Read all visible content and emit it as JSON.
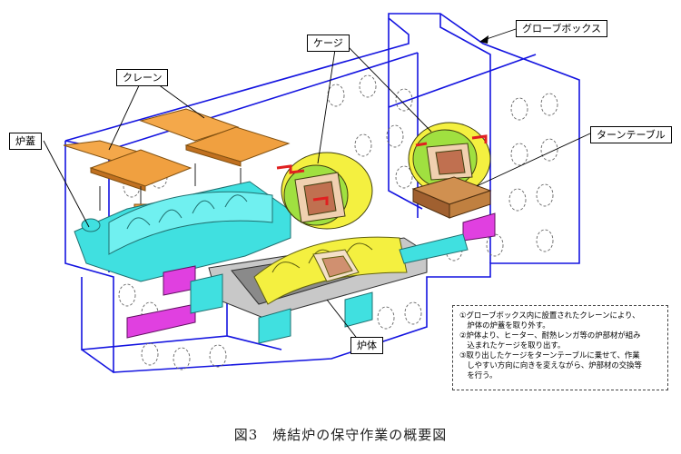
{
  "labels": {
    "crane": "クレーン",
    "lid": "炉蓋",
    "cage": "ケージ",
    "glovebox": "グローブボックス",
    "turntable": "ターンテーブル",
    "furnace_body": "炉体"
  },
  "notes": [
    "①グローブボックス内に設置されたクレーンにより、",
    "　炉体の炉蓋を取り外す。",
    "②炉体より、ヒーター、耐熱レンガ等の炉部材が組み",
    "　込まれたケージを取り出す。",
    "③取り出したケージをターンテーブルに乗せて、作業",
    "　しやすい方向に向きを変えながら、炉部材の交換等",
    "　を行う。"
  ],
  "caption": "図3　焼結炉の保守作業の概要図",
  "colors": {
    "glovebox_line": "#1010e0",
    "crane": "#f0a040",
    "lid": "#40e0e0",
    "cage": "#f0f040",
    "ring": "#a0e040",
    "heater": "#e02020",
    "base": "#c0c0c0",
    "drive": "#e040e0",
    "turntable": "#c08040"
  }
}
